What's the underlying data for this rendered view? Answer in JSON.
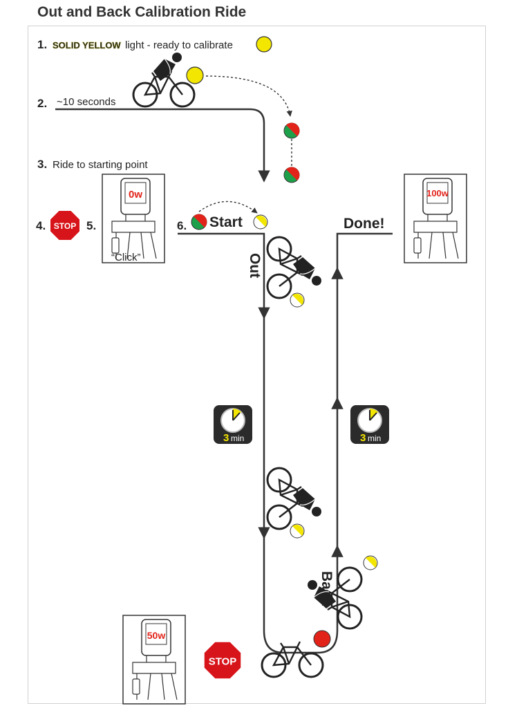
{
  "title": "Out and Back Calibration Ride",
  "steps": {
    "s1_num": "1.",
    "s1_highlight": "SOLID YELLOW",
    "s1_text": "light - ready to calibrate",
    "s2_num": "2.",
    "s2_text": "~10 seconds",
    "s3_num": "3.",
    "s3_text": "Ride to starting point",
    "s4_num": "4.",
    "s5_num": "5.",
    "s6_num": "6."
  },
  "labels": {
    "start": "Start",
    "done": "Done!",
    "out": "Out",
    "back": "Back",
    "click": "“Click”",
    "stop": "STOP"
  },
  "timers": {
    "value": "3",
    "unit": "min"
  },
  "devices": {
    "zero": "0w",
    "fifty": "50w",
    "hundred": "100w"
  },
  "colors": {
    "yellow": "#f3e600",
    "red": "#e2231a",
    "green": "#1ea04a",
    "stop": "#d7141a",
    "line": "#333333",
    "highlight": "#d4cf00"
  }
}
